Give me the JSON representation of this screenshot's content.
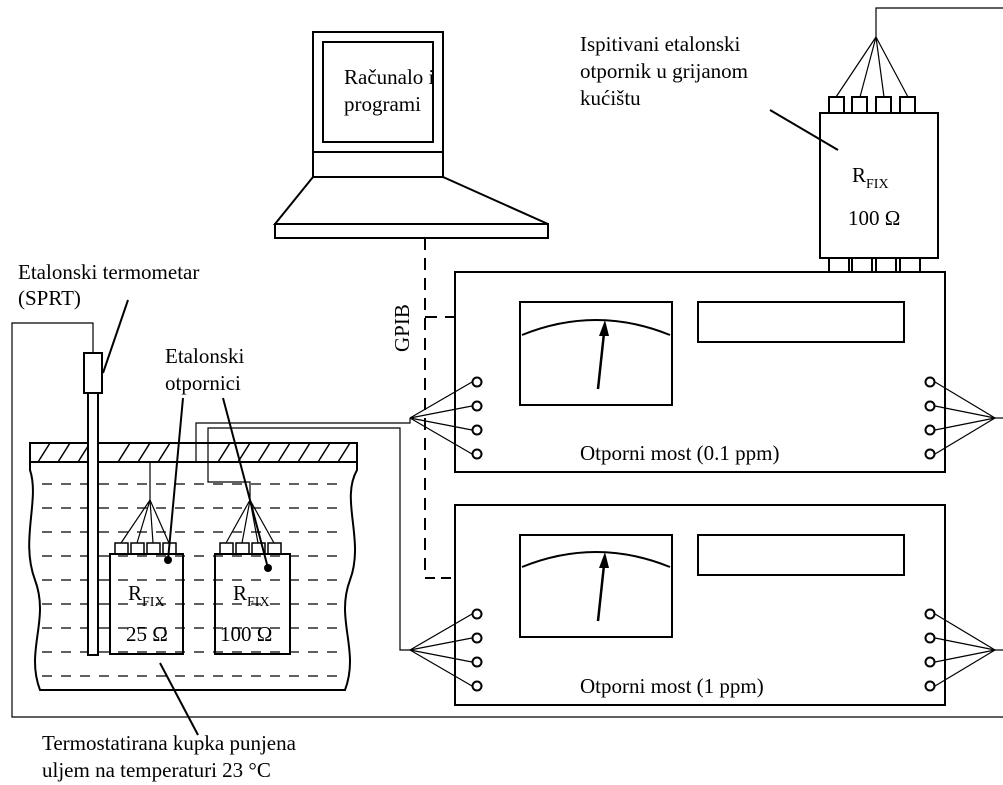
{
  "computer": {
    "label_line1": "Računalo i",
    "label_line2": "programi"
  },
  "gpib_label": "GPIB",
  "dut": {
    "caption_line1": "Ispitivani etalonski",
    "caption_line2": "otpornik u grijanom",
    "caption_line3": "kućištu",
    "r_main": "R",
    "r_sub": "FIX",
    "value": "100 Ω"
  },
  "thermometer": {
    "caption_line1": "Etalonski termometar",
    "caption_line2": "(SPRT)"
  },
  "ref_resistors": {
    "caption_line1": "Etalonski",
    "caption_line2": "otpornici",
    "items": [
      {
        "r_main": "R",
        "r_sub": "FIX",
        "value": "25 Ω"
      },
      {
        "r_main": "R",
        "r_sub": "FIX",
        "value": "100 Ω"
      }
    ]
  },
  "bridges": [
    {
      "label": "Otporni most (0.1 ppm)"
    },
    {
      "label": "Otporni most (1 ppm)"
    }
  ],
  "bath": {
    "caption_line1": "Termostatirana kupka punjena",
    "caption_line2": "uljem na temperaturi  23 °C"
  }
}
